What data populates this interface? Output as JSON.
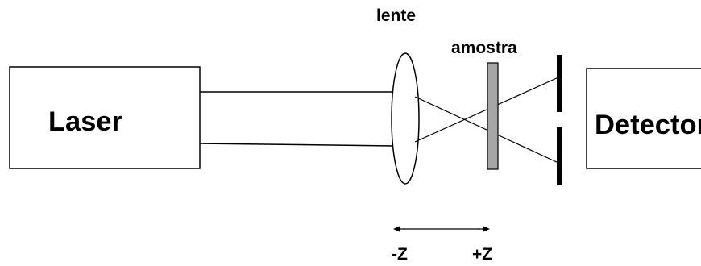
{
  "labels": {
    "laser": "Laser",
    "lens": "lente",
    "sample": "amostra",
    "detector": "Detector",
    "minus_z": "-Z",
    "plus_z": "+Z"
  },
  "colors": {
    "line": "#000000",
    "sample_fill": "#a6a6a6",
    "background": "#ffffff"
  }
}
